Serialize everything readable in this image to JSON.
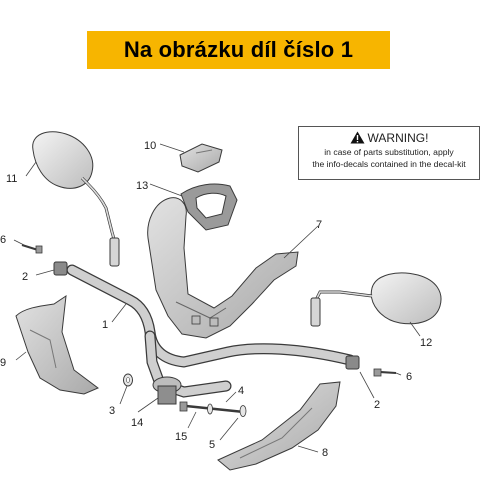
{
  "banner": {
    "title": "Na obrázku díl číslo 1"
  },
  "warning": {
    "heading": "WARNING!",
    "line1": "in case of parts substitution, apply",
    "line2": "the info-decals contained in the decal-kit"
  },
  "callouts": {
    "n1": "1",
    "n2a": "2",
    "n2b": "2",
    "n3": "3",
    "n4": "4",
    "n5": "5",
    "n6a": "6",
    "n6b": "6",
    "n7": "7",
    "n8": "8",
    "n9": "9",
    "n10": "10",
    "n11": "11",
    "n12": "12",
    "n13": "13",
    "n14": "14",
    "n15": "15"
  },
  "colors": {
    "banner": "#f7b500",
    "part_fill": "#cfcfcf",
    "line": "#3a3a3a"
  }
}
